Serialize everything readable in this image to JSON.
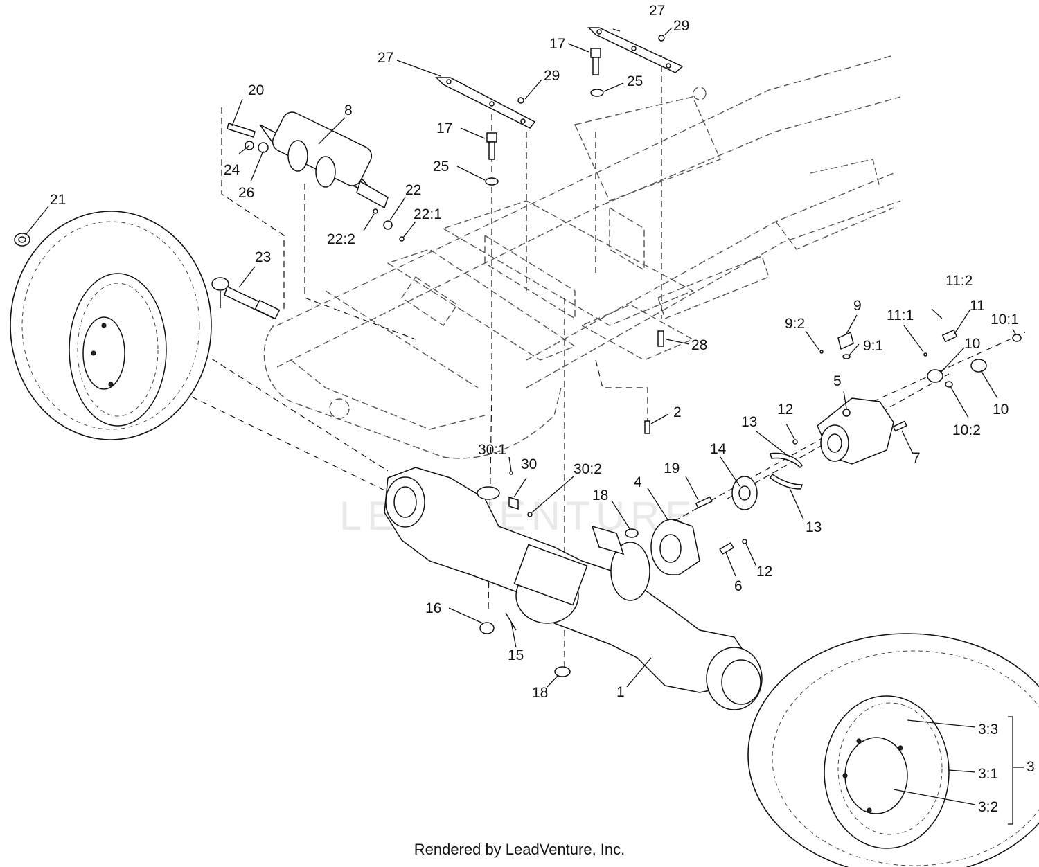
{
  "footer": "Rendered by LeadVenture, Inc.",
  "watermark": "LEADVENTURE",
  "callouts": {
    "c1": "1",
    "c2": "2",
    "c3": "3",
    "c3_1": "3:1",
    "c3_2": "3:2",
    "c3_3": "3:3",
    "c4": "4",
    "c5": "5",
    "c6": "6",
    "c7": "7",
    "c8": "8",
    "c9": "9",
    "c9_1": "9:1",
    "c9_2": "9:2",
    "c10a": "10",
    "c10b": "10",
    "c10_1": "10:1",
    "c10_2": "10:2",
    "c11": "11",
    "c11_1": "11:1",
    "c11_2": "11:2",
    "c12a": "12",
    "c12b": "12",
    "c13a": "13",
    "c13b": "13",
    "c14": "14",
    "c15": "15",
    "c16": "16",
    "c17a": "17",
    "c17b": "17",
    "c18a": "18",
    "c18b": "18",
    "c19": "19",
    "c20": "20",
    "c21": "21",
    "c22": "22",
    "c22_1": "22:1",
    "c22_2": "22:2",
    "c23": "23",
    "c24": "24",
    "c25a": "25",
    "c25b": "25",
    "c26": "26",
    "c27a": "27",
    "c27b": "27",
    "c28": "28",
    "c29a": "29",
    "c29b": "29",
    "c30": "30",
    "c30_1": "30:1",
    "c30_2": "30:2"
  }
}
